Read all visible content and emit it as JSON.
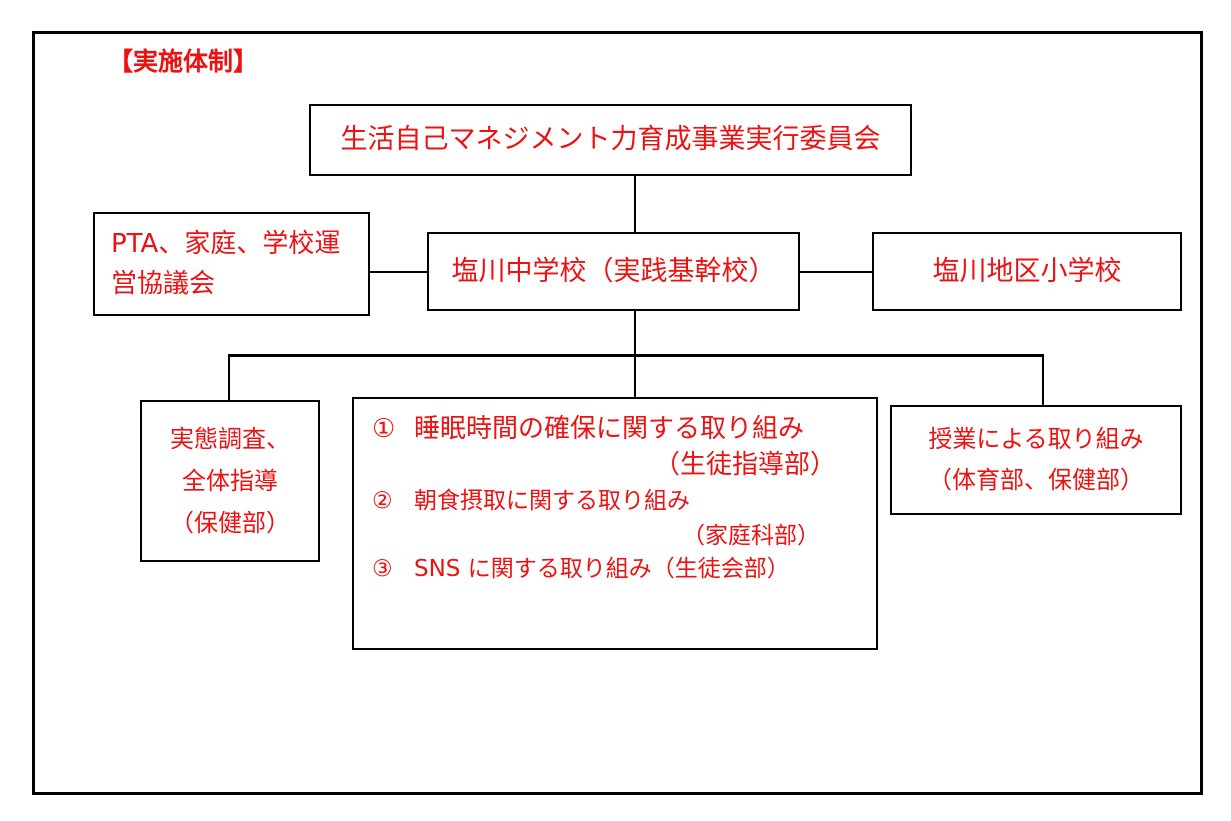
{
  "diagram": {
    "section_title": "【実施体制】",
    "accent_color": "#ee1111",
    "line_color": "#000000",
    "nodes": {
      "committee": "生活自己マネジメント力育成事業実行委員会",
      "pta_line1": "PTA、家庭、学校運",
      "pta_line2": "営協議会",
      "main_school": "塩川中学校（実践基幹校）",
      "elementary": "塩川地区小学校",
      "survey_line1": "実態調査、",
      "survey_line2": "全体指導",
      "survey_line3": "（保健部）",
      "lesson_line1": "授業による取り組み",
      "lesson_line2": "（体育部、保健部）"
    },
    "efforts": [
      {
        "num": "①",
        "text": "睡眠時間の確保に関する取り組み",
        "dept": "（生徒指導部）"
      },
      {
        "num": "②",
        "text": "朝食摂取に関する取り組み",
        "dept": "（家庭科部）"
      },
      {
        "num": "③",
        "text": "SNS に関する取り組み（生徒会部）",
        "dept": ""
      }
    ]
  }
}
